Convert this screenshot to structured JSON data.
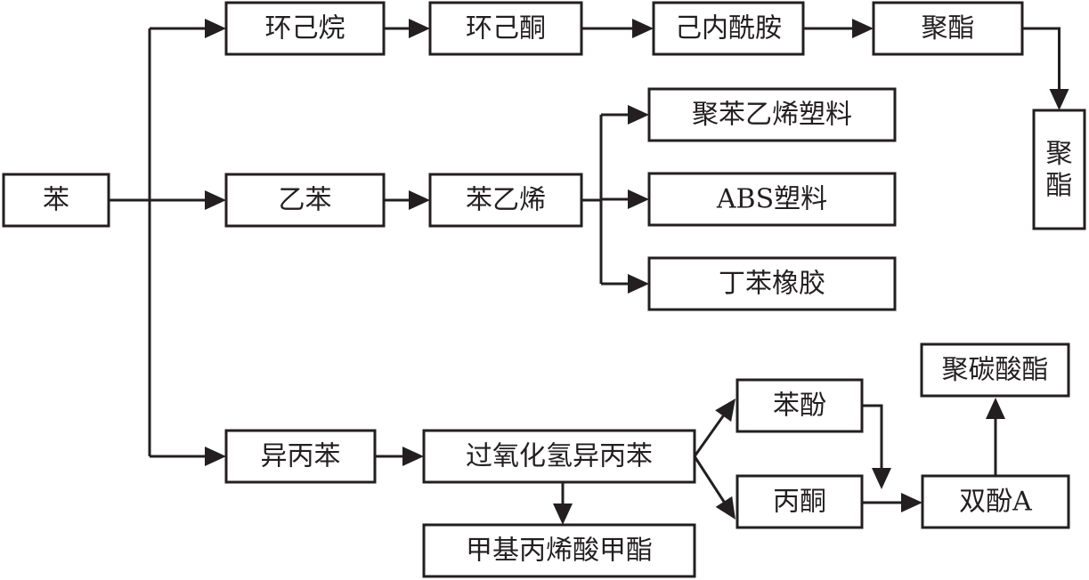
{
  "diagram": {
    "type": "flowchart",
    "subject": "Benzene derivatives production chain",
    "colors": {
      "line": "#231f20",
      "background": "#ffffff"
    },
    "nodes": [
      {
        "id": "benzene",
        "label": "苯"
      },
      {
        "id": "cyclohexane",
        "label": "环己烷"
      },
      {
        "id": "cyclohexanone",
        "label": "环己酮"
      },
      {
        "id": "caprolactam",
        "label": "己内酰胺"
      },
      {
        "id": "polyester_top",
        "label": "聚酯"
      },
      {
        "id": "polyester_vertical",
        "label": "聚酯"
      },
      {
        "id": "ethylbenzene",
        "label": "乙苯"
      },
      {
        "id": "styrene",
        "label": "苯乙烯"
      },
      {
        "id": "polystyrene",
        "label": "聚苯乙烯塑料"
      },
      {
        "id": "abs",
        "label": "ABS塑料"
      },
      {
        "id": "sbr",
        "label": "丁苯橡胶"
      },
      {
        "id": "cumene",
        "label": "异丙苯"
      },
      {
        "id": "cumene_hydroperoxide",
        "label": "过氧化氢异丙苯"
      },
      {
        "id": "mma",
        "label": "甲基丙烯酸甲酯"
      },
      {
        "id": "phenol",
        "label": "苯酚"
      },
      {
        "id": "acetone",
        "label": "丙酮"
      },
      {
        "id": "bisphenol_a",
        "label": "双酚A"
      },
      {
        "id": "polycarbonate",
        "label": "聚碳酸酯"
      }
    ],
    "edges": [
      {
        "from": "benzene",
        "to": "cyclohexane"
      },
      {
        "from": "benzene",
        "to": "ethylbenzene"
      },
      {
        "from": "benzene",
        "to": "cumene"
      },
      {
        "from": "cyclohexane",
        "to": "cyclohexanone"
      },
      {
        "from": "cyclohexanone",
        "to": "caprolactam"
      },
      {
        "from": "caprolactam",
        "to": "polyester_top"
      },
      {
        "from": "polyester_top",
        "to": "polyester_vertical"
      },
      {
        "from": "ethylbenzene",
        "to": "styrene"
      },
      {
        "from": "styrene",
        "to": "polystyrene"
      },
      {
        "from": "styrene",
        "to": "abs"
      },
      {
        "from": "styrene",
        "to": "sbr"
      },
      {
        "from": "cumene",
        "to": "cumene_hydroperoxide"
      },
      {
        "from": "cumene_hydroperoxide",
        "to": "mma"
      },
      {
        "from": "cumene_hydroperoxide",
        "to": "phenol"
      },
      {
        "from": "cumene_hydroperoxide",
        "to": "acetone"
      },
      {
        "from": "phenol",
        "to": "bisphenol_a"
      },
      {
        "from": "acetone",
        "to": "bisphenol_a"
      },
      {
        "from": "bisphenol_a",
        "to": "polycarbonate"
      }
    ]
  }
}
